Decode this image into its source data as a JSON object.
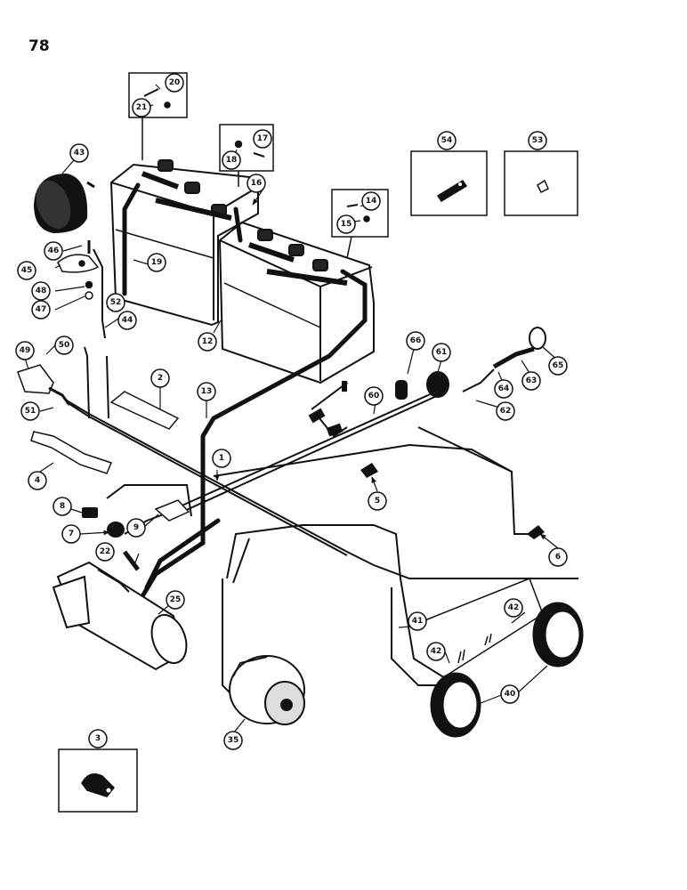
{
  "page": {
    "number": "78"
  },
  "callouts": {
    "c1": "1",
    "c2": "2",
    "c3": "3",
    "c4": "4",
    "c5": "5",
    "c6": "6",
    "c7": "7",
    "c8": "8",
    "c9": "9",
    "c12": "12",
    "c13": "13",
    "c14": "14",
    "c15": "15",
    "c16": "16",
    "c17": "17",
    "c18": "18",
    "c19": "19",
    "c20": "20",
    "c21": "21",
    "c22": "22",
    "c25": "25",
    "c35": "35",
    "c40": "40",
    "c41": "41",
    "c42a": "42",
    "c42b": "42",
    "c43": "43",
    "c44": "44",
    "c45": "45",
    "c46": "46",
    "c47": "47",
    "c48": "48",
    "c49": "49",
    "c50": "50",
    "c51": "51",
    "c52": "52",
    "c53": "53",
    "c54": "54",
    "c60": "60",
    "c61": "61",
    "c62": "62",
    "c63": "63",
    "c64": "64",
    "c65": "65",
    "c66": "66"
  }
}
